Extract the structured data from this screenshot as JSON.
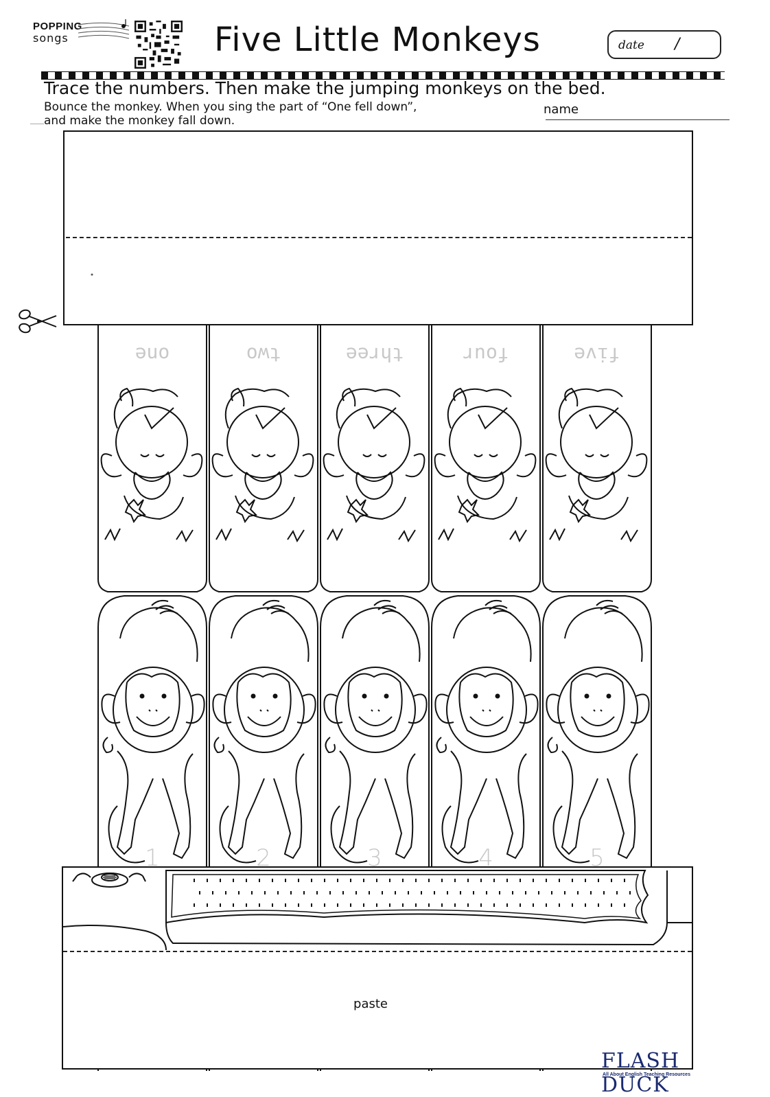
{
  "header": {
    "logo_line1": "POPPING",
    "logo_line2": "songs",
    "title": "Five Little Monkeys",
    "date_label": "date",
    "date_separator": "/"
  },
  "instructions": {
    "main": "Trace the numbers. Then make the jumping monkeys on the bed.",
    "sub_line1": "Bounce the monkey. When you sing the part of “One fell down”,",
    "sub_line2": "and make the monkey fall down."
  },
  "name_label": "name",
  "strips": [
    {
      "word": "one",
      "number": "1"
    },
    {
      "word": "two",
      "number": "2"
    },
    {
      "word": "three",
      "number": "3"
    },
    {
      "word": "four",
      "number": "4"
    },
    {
      "word": "five",
      "number": "5"
    }
  ],
  "paste_label": "paste",
  "footer": {
    "brand": "FLASH DUCK",
    "tagline": "All About English Teaching Resources"
  },
  "icons": [
    "qr-code-icon",
    "scissors-icon",
    "music-note-icon",
    "turtle-icon"
  ]
}
